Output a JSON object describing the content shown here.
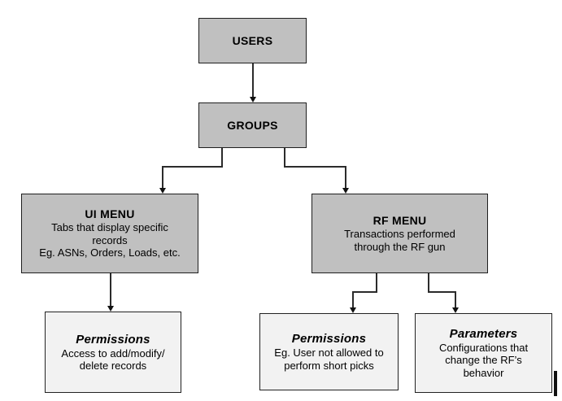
{
  "diagram": {
    "colors": {
      "background": "#ffffff",
      "menu_box_fill": "#c0c0c0",
      "detail_box_fill": "#f2f2f2",
      "box_border": "#222222",
      "connector": "#2b2b2b",
      "text": "#000000"
    },
    "nodes": {
      "users": {
        "title": "USERS"
      },
      "groups": {
        "title": "GROUPS"
      },
      "ui_menu": {
        "title": "UI MENU",
        "line1": "Tabs that display specific",
        "line2": "records",
        "line3": "Eg. ASNs, Orders, Loads, etc."
      },
      "rf_menu": {
        "title": "RF MENU",
        "line1": "Transactions performed",
        "line2": "through the RF gun"
      },
      "ui_permissions": {
        "title": "Permissions",
        "line1": "Access to add/modify/",
        "line2": "delete records"
      },
      "rf_permissions": {
        "title": "Permissions",
        "line1": "Eg. User not allowed to",
        "line2": "perform short picks"
      },
      "rf_parameters": {
        "title": "Parameters",
        "line1": "Configurations that",
        "line2": "change the RF’s",
        "line3": "behavior"
      }
    },
    "edges": [
      {
        "from": "USERS",
        "to": "GROUPS"
      },
      {
        "from": "GROUPS",
        "to": "UI MENU"
      },
      {
        "from": "GROUPS",
        "to": "RF MENU"
      },
      {
        "from": "UI MENU",
        "to": "Permissions (UI)"
      },
      {
        "from": "RF MENU",
        "to": "Permissions (RF)"
      },
      {
        "from": "RF MENU",
        "to": "Parameters"
      }
    ]
  }
}
